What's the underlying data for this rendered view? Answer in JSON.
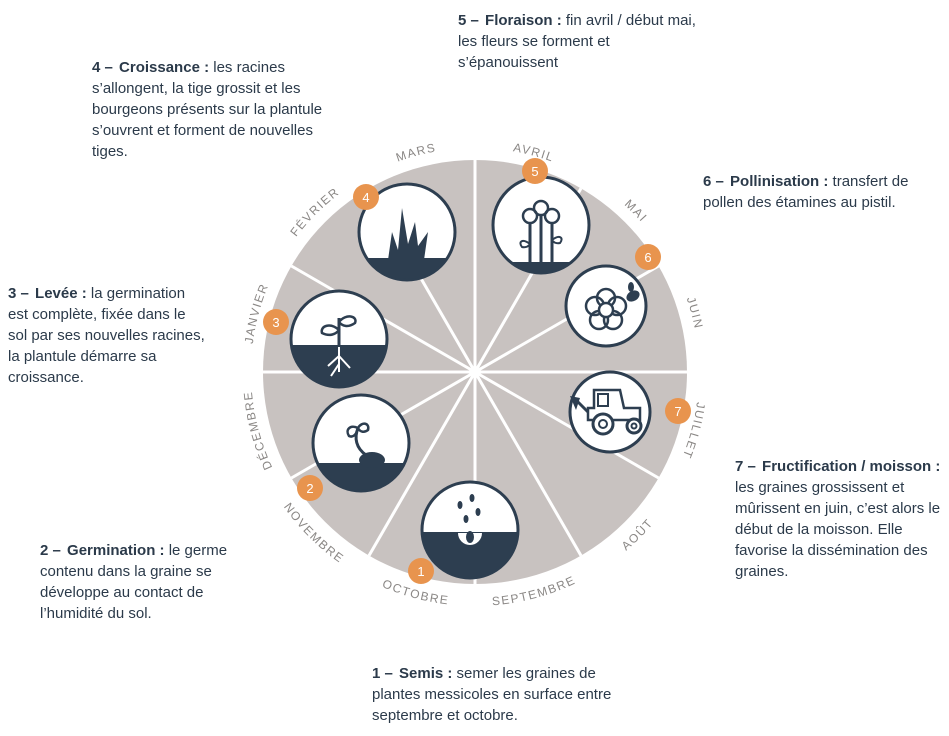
{
  "months": [
    "OCTOBRE",
    "NOVEMBRE",
    "DÉCEMBRE",
    "JANVIER",
    "FÉVRIER",
    "MARS",
    "AVRIL",
    "MAI",
    "JUIN",
    "JUILLET",
    "AOÛT",
    "SEPTEMBRE"
  ],
  "colors": {
    "segment": "#c8c2c0",
    "divider": "#ffffff",
    "icon_dark": "#2d3e50",
    "badge": "#e8944e",
    "text": "#2b3a4a",
    "month_label": "#8a8785"
  },
  "stages": [
    {
      "num": "1 –",
      "name": "Semis :",
      "text": " semer les graines de plantes messicoles en surface entre septembre et octobre.",
      "badge": "1",
      "icon": "seeds-icon"
    },
    {
      "num": "2 –",
      "name": "Germination :",
      "text": " le germe contenu dans la graine se développe au contact de l’humidité du sol.",
      "badge": "2",
      "icon": "germinating-seed-icon"
    },
    {
      "num": "3 –",
      "name": "Levée :",
      "text": " la germination est complète, fixée dans le sol par ses nouvelles racines, la plantule démarre sa croissance.",
      "badge": "3",
      "icon": "seedling-icon"
    },
    {
      "num": "4 –",
      "name": "Croissance :",
      "text": " les racines s’allongent, la tige grossit et les bourgeons présents sur la plantule s’ouvrent et forment de nouvelles tiges.",
      "badge": "4",
      "icon": "grass-growth-icon"
    },
    {
      "num": "5 –",
      "name": "Floraison :",
      "text": " fin avril / début mai, les fleurs se forment et s’épanouissent",
      "badge": "5",
      "icon": "flowers-icon"
    },
    {
      "num": "6 –",
      "name": "Pollinisation :",
      "text": " transfert de pollen des étamines au pistil.",
      "badge": "6",
      "icon": "flower-bee-icon"
    },
    {
      "num": "7 –",
      "name": "Fructification / moisson :",
      "text": " les graines grossissent et mûrissent en juin, c’est alors le début de la moisson. Elle favorise la dissémination des graines.",
      "badge": "7",
      "icon": "tractor-icon"
    }
  ]
}
